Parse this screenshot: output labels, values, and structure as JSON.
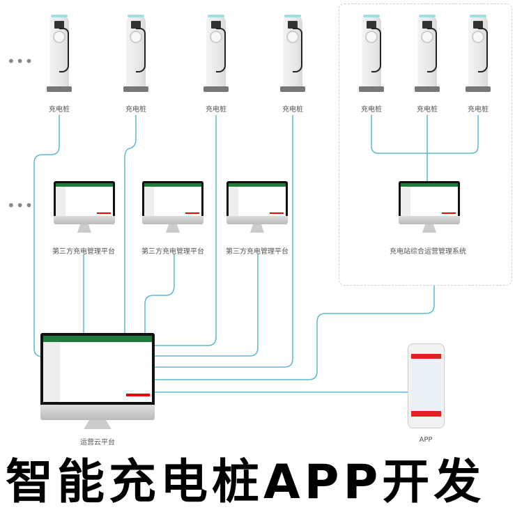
{
  "chargers": {
    "label": "充电桩"
  },
  "platforms": {
    "third_party": "第三方充电管理平台",
    "station_system": "充电站综合运营管理系统"
  },
  "cloud": {
    "label": "运营云平台"
  },
  "app": {
    "label": "APP"
  },
  "ellipsis": "•••",
  "title": "智能充电桩APP开发",
  "colors": {
    "line": "#5bb8d0",
    "accent_green": "#1f7a3d",
    "accent_red": "#e00000"
  }
}
